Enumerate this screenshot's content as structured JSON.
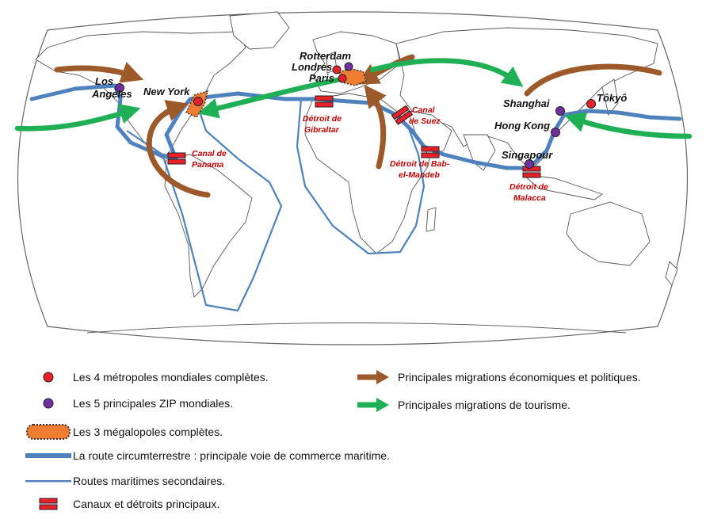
{
  "colors": {
    "ocean": "#ffffff",
    "land": "#ffffff",
    "land_border": "#555555",
    "main_route": "#4f81bd",
    "secondary_route": "#4f81bd",
    "economic_arrow": "#9c5a2a",
    "tourism_arrow": "#1faf55",
    "metropolis": "#e8202a",
    "zip": "#7030a0",
    "megalopolis": "#ed7d31",
    "strait_label": "#c00000",
    "strait_symbol": "#e8202a"
  },
  "cities": {
    "los_angeles": "Los Angeles",
    "new_york": "New York",
    "londres": "Londres",
    "rotterdam": "Rotterdam",
    "paris": "Paris",
    "shanghai": "Shanghai",
    "tokyo": "Tôkyô",
    "hong_kong": "Hong Kong",
    "singapour": "Singapour"
  },
  "straits": {
    "panama": "Canal de Panama",
    "gibraltar": "Détroit de Gibraltar",
    "suez": "Canal de Suez",
    "bab_el_mandeb": "Détroit de Bab-el-Mandeb",
    "malacca": "Détroit de Malacca"
  },
  "legend": {
    "metropoles": "Les 4 métropoles mondiales complètes.",
    "zip": "Les 5 principales ZIP mondiales.",
    "megalopoles": "Les 3 mégalopoles complètes.",
    "route_circumterrestre": "La route circumterrestre : principale voie de commerce maritime.",
    "routes_secondaires": "Routes maritimes secondaires.",
    "canaux": "Canaux et détroits principaux.",
    "migrations_eco": "Principales migrations économiques et politiques.",
    "migrations_tourisme": "Principales migrations de tourisme."
  }
}
